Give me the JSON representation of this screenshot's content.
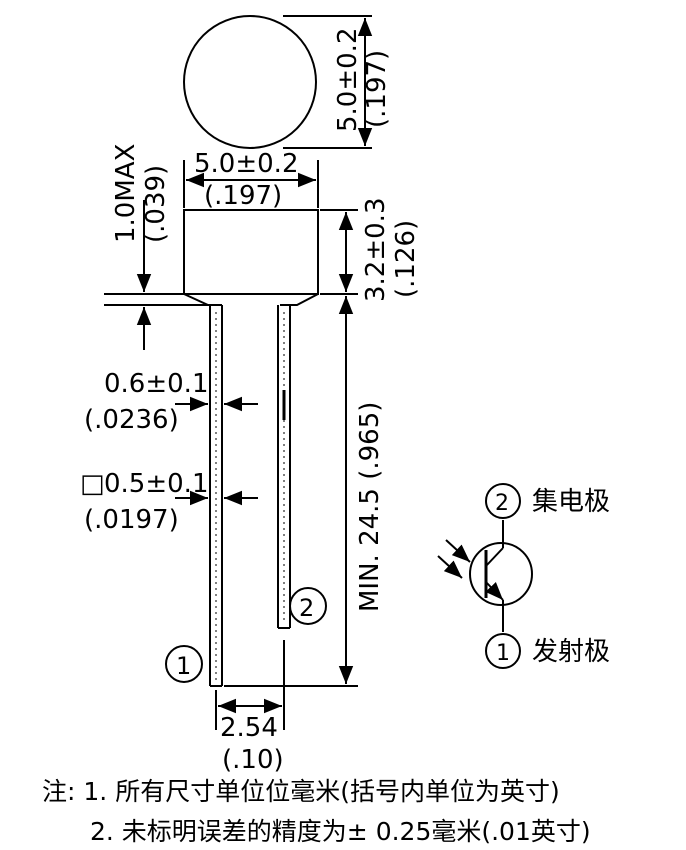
{
  "dimensions": {
    "top_diameter": "5.0±0.2",
    "top_diameter_in": "(.197)",
    "body_width": "5.0±0.2",
    "body_width_in": "(.197)",
    "flange": "1.0MAX",
    "flange_in": "(.039)",
    "body_height": "3.2±0.3",
    "body_height_in": "(.126)",
    "lead_length": "MIN. 24.5 (.965)",
    "lead_dia": "0.6±0.1",
    "lead_dia_in": "(.0236)",
    "square_lead": "0.5±0.1",
    "square_lead_in": "(.0197)",
    "square_symbol": "□",
    "pitch": "2.54",
    "pitch_in": "(.10)"
  },
  "pins": {
    "pin1": "1",
    "pin2": "2"
  },
  "symbol": {
    "collector_num": "2",
    "collector_label": "集电极",
    "emitter_num": "1",
    "emitter_label": "发射极"
  },
  "notes": {
    "prefix": "注:",
    "note1": "1. 所有尺寸单位位毫米(括号内单位为英寸)",
    "note2": "2. 未标明误差的精度为± 0.25毫米(.01英寸)"
  }
}
